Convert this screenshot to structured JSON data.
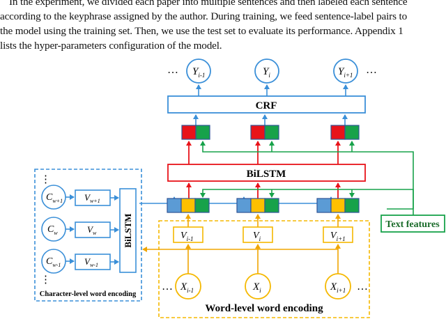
{
  "paragraph": {
    "lines": [
      "In the experiment, we divided each paper into multiple sentences and then labeled each sentence",
      "according to the keyphrase assigned by the author. During training, we feed sentence-label pairs to",
      "the model using the training set. Then, we use the test set to evaluate its performance. Appendix 1",
      "lists the hyper-parameters configuration of the model."
    ]
  },
  "figure": {
    "outputs": [
      {
        "base": "Y",
        "sub": "i-1"
      },
      {
        "base": "Y",
        "sub": "i"
      },
      {
        "base": "Y",
        "sub": "i+1"
      }
    ],
    "ellipsis": "…",
    "vertical_ellipsis": "⋮",
    "crf_label": "CRF",
    "bilstm_label": "BiLSTM",
    "char_bilstm_label": "BiLSTM",
    "text_features_label": "Text features",
    "char_panel_label": "Character-level word encoding",
    "word_panel_label": "Word-level word encoding",
    "char_inputs": [
      {
        "base": "C",
        "sub": "w+1"
      },
      {
        "base": "C",
        "sub": "w"
      },
      {
        "base": "C",
        "sub": "w-1"
      }
    ],
    "char_vectors": [
      {
        "base": "V",
        "sub": "w+1"
      },
      {
        "base": "V",
        "sub": "w"
      },
      {
        "base": "V",
        "sub": "w-1"
      }
    ],
    "word_vectors": [
      {
        "base": "V",
        "sub": "i-1"
      },
      {
        "base": "V",
        "sub": "i"
      },
      {
        "base": "V",
        "sub": "i+1"
      }
    ],
    "word_inputs": [
      {
        "base": "X",
        "sub": "i-1"
      },
      {
        "base": "X",
        "sub": "i"
      },
      {
        "base": "X",
        "sub": "i+1"
      }
    ],
    "colors": {
      "blue": "#3a8fd8",
      "cell_blue": "#5b9bd5",
      "red": "#e8131a",
      "green": "#17a24a",
      "yellow": "#f5b800",
      "orange_line": "#f0a500",
      "dark_green_text": "#1a6b2a"
    }
  }
}
